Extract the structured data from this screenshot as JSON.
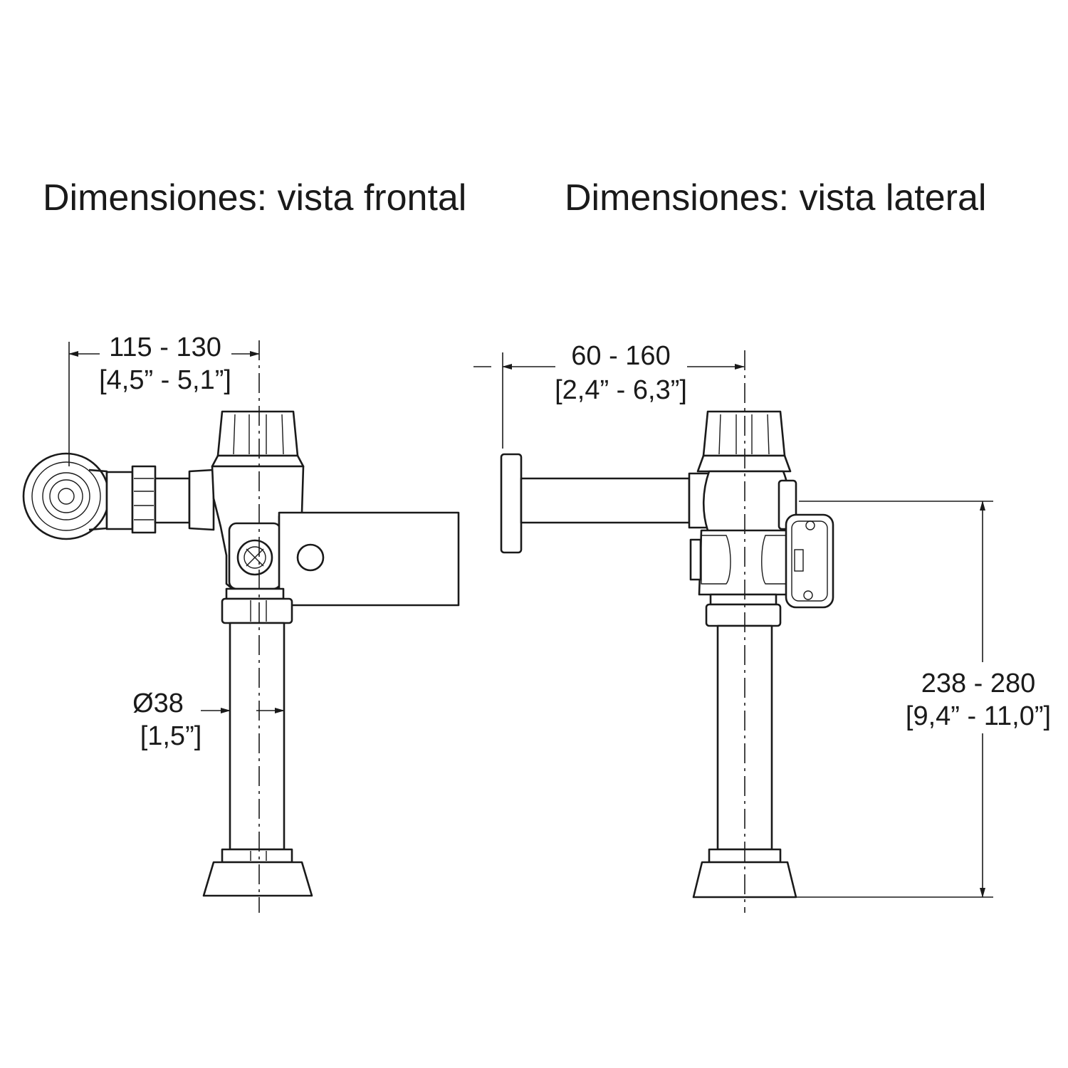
{
  "titles": {
    "front": "Dimensiones: vista frontal",
    "side": "Dimensiones: vista lateral"
  },
  "dimensions": {
    "front_width": {
      "mm": "115 - 130",
      "inch": "[4,5” - 5,1”]"
    },
    "pipe_diameter": {
      "mm": "Ø38",
      "inch": "[1,5”]"
    },
    "side_depth": {
      "mm": "60 - 160",
      "inch": "[2,4” - 6,3”]"
    },
    "side_height": {
      "mm": "238 - 280",
      "inch": "[9,4” - 11,0”]"
    }
  }
}
